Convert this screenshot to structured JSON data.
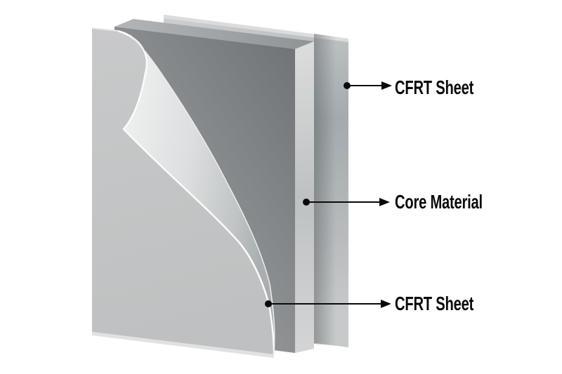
{
  "diagram": {
    "background_color": "#ffffff",
    "leader_line_color": "#000000",
    "labels": {
      "top": "CFRT Sheet",
      "middle": "Core Material",
      "bottom": "CFRT Sheet"
    },
    "layer_colors": {
      "front_cfrt_sheet": "#c5c6c7",
      "peeled_flap_back": "#e9eaea",
      "core_material_front": "#7c8082",
      "core_material_side": "#ccced0",
      "back_cfrt_sheet": "#b2b7b9"
    }
  }
}
